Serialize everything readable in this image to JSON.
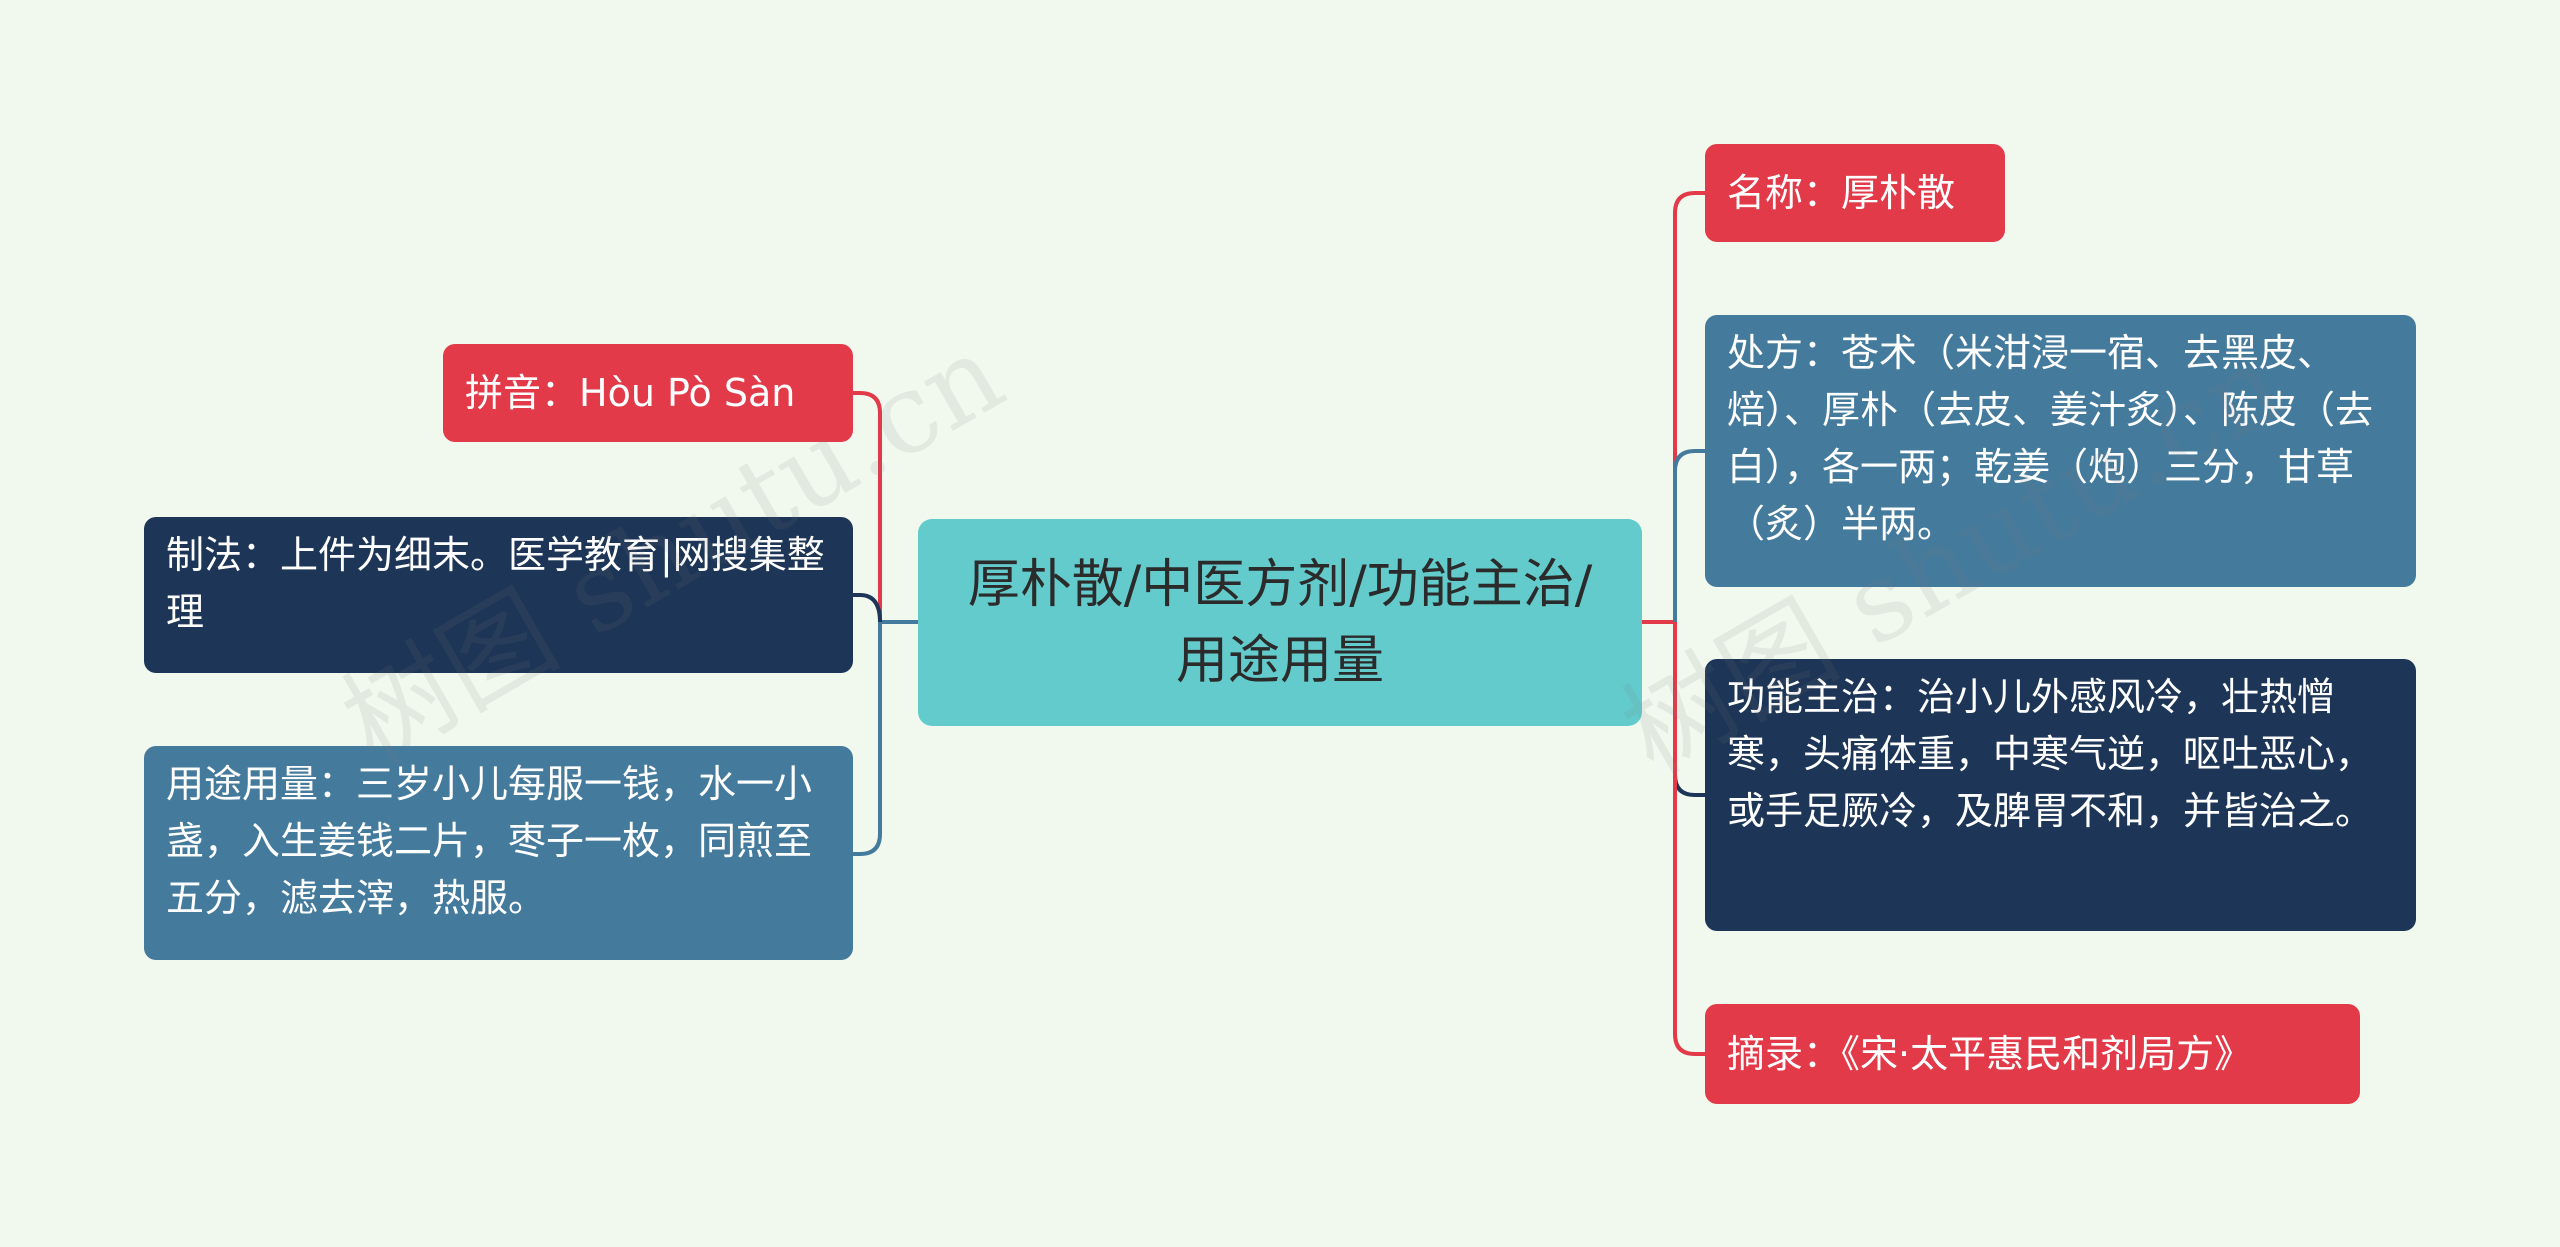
{
  "central_topic": "厚朴散/中医方剂/功能主治/用途用量",
  "left_branches": [
    {
      "id": "pinyin",
      "text": "拼音：Hòu Pò Sàn",
      "color": "#e23a48"
    },
    {
      "id": "preparation",
      "text": "制法：上件为细末。医学教育|网搜集整理",
      "color": "#1d3556"
    },
    {
      "id": "usage",
      "text": "用途用量：三岁小儿每服一钱，水一小盏，入生姜钱二片，枣子一枚，同煎至五分，滤去滓，热服。",
      "color": "#447a9c"
    }
  ],
  "right_branches": [
    {
      "id": "name",
      "text": "名称：厚朴散",
      "color": "#e23a48"
    },
    {
      "id": "prescription",
      "text": "处方：苍术（米泔浸一宿、去黑皮、焙）、厚朴（去皮、姜汁炙）、陈皮（去白），各一两；乾姜（炮）三分，甘草（炙）半两。",
      "color": "#447a9c"
    },
    {
      "id": "indications",
      "text": "功能主治：治小儿外感风冷，壮热憎寒，头痛体重，中寒气逆，呕吐恶心，或手足厥冷，及脾胃不和，并皆治之。",
      "color": "#1d3556"
    },
    {
      "id": "source",
      "text": "摘录：《宋·太平惠民和剂局方》",
      "color": "#e23a48"
    }
  ],
  "watermarks": [
    "树图 shutu.cn",
    "树图 shutu.cn"
  ]
}
